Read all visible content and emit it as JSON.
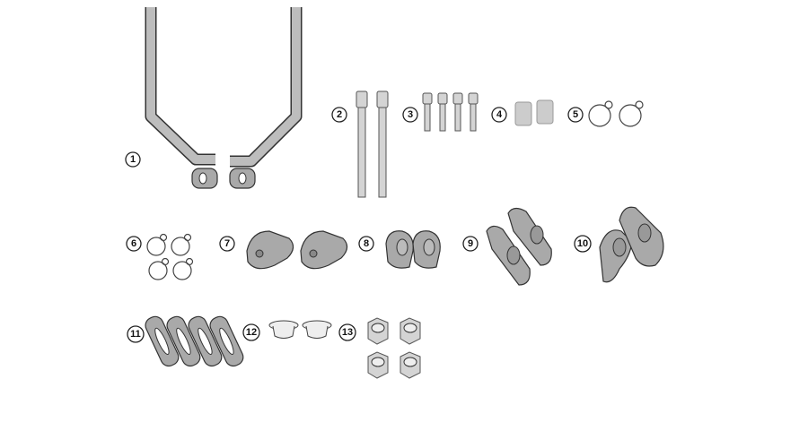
{
  "diagram": {
    "title": "Mounting kit parts",
    "labels": [
      "1",
      "2",
      "3",
      "4",
      "5",
      "6",
      "7",
      "8",
      "9",
      "10",
      "11",
      "12",
      "13"
    ],
    "colors": {
      "part_fill": "#a9a9a9",
      "outline": "#333333",
      "light_fill": "#d4d4d4"
    }
  }
}
